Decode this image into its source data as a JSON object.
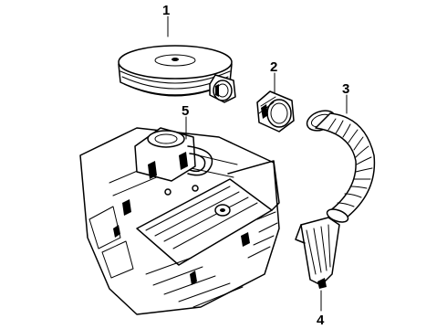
{
  "diagram": {
    "callouts": [
      {
        "id": "1",
        "label": "1",
        "part": "air-cleaner-assembly"
      },
      {
        "id": "2",
        "label": "2",
        "part": "connector-sleeve"
      },
      {
        "id": "3",
        "label": "3",
        "part": "air-intake-duct"
      },
      {
        "id": "4",
        "label": "4",
        "part": "intake-scoop"
      },
      {
        "id": "5",
        "label": "5",
        "part": "engine-adapter"
      }
    ]
  }
}
